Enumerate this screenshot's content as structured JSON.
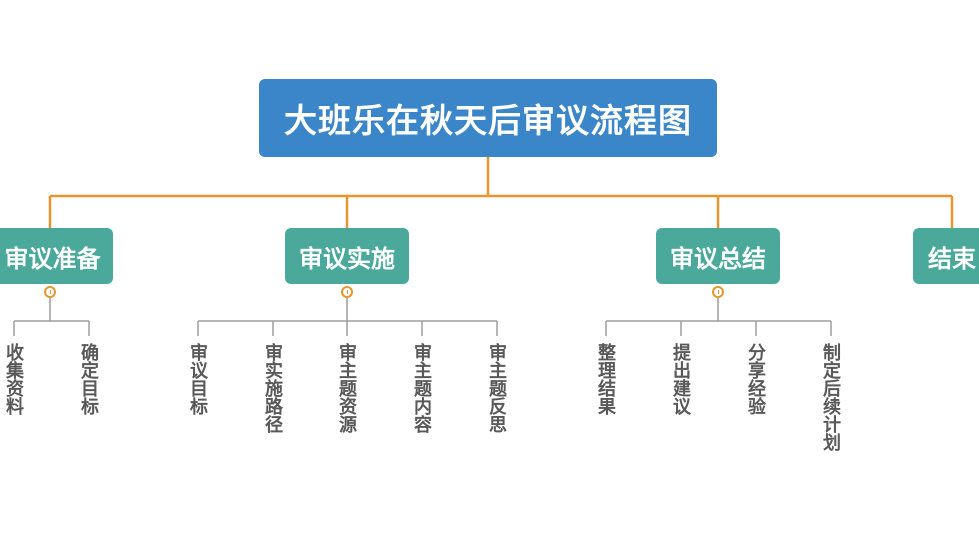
{
  "title": "大班乐在秋天后审议流程图",
  "colors": {
    "title_bg": "#3a86c8",
    "node_bg": "#4aa99b",
    "connector": "#e8952f",
    "leaf_line": "#9e9e9e",
    "leaf_text": "#595959"
  },
  "stages": [
    {
      "label": "审议准备",
      "items": [
        "收集资料",
        "确定目标"
      ]
    },
    {
      "label": "审议实施",
      "items": [
        "审议目标",
        "审实施路径",
        "审主题资源",
        "审主题内容",
        "审主题反思"
      ]
    },
    {
      "label": "审议总结",
      "items": [
        "整理结果",
        "提出建议",
        "分享经验",
        "制定后续计划"
      ]
    },
    {
      "label": "结束",
      "items": []
    }
  ]
}
